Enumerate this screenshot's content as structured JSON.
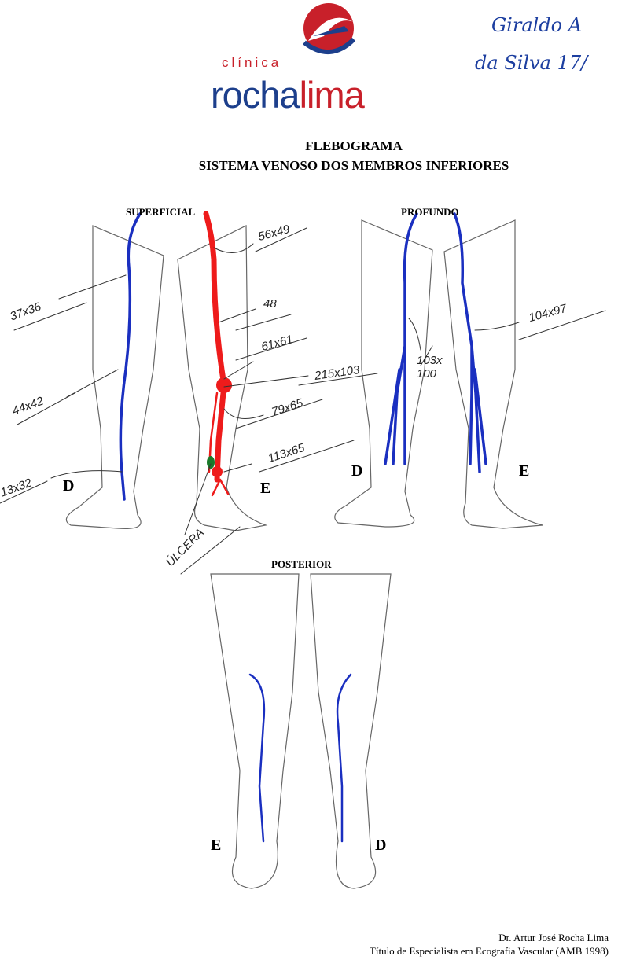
{
  "header": {
    "logo_small": "clínica",
    "logo_rocha": "rocha",
    "logo_lima": "lima",
    "handwritten_name_line1": "Giraldo A",
    "handwritten_name_line2": "da Silva 17/"
  },
  "title": {
    "line1": "FLEBOGRAMA",
    "line2": "SISTEMA VENOSO DOS MEMBROS INFERIORES"
  },
  "sections": {
    "superficial": "SUPERFICIAL",
    "profundo": "PROFUNDO",
    "posterior": "POSTERIOR"
  },
  "sides": {
    "sup_right": "D",
    "sup_left": "E",
    "prof_right": "D",
    "prof_left": "E",
    "post_left": "E",
    "post_right": "D"
  },
  "annotations": {
    "a1": "37x36",
    "a2": "44x42",
    "a3": "13x32",
    "a4": "56x49",
    "a5": "48",
    "a6": "61x61",
    "a7": "215x103",
    "a8": "79x65",
    "a9": "113x65",
    "a10": "ÚLCERA",
    "a11": "103x 100",
    "a12": "104x97"
  },
  "colors": {
    "superficial_normal": "#1a2fc0",
    "reflux": "#ee1b1b",
    "ulcer": "#1a7a2a"
  },
  "footer": {
    "line1": "Dr. Artur José Rocha Lima",
    "line2": "Título de Especialista em Ecografia Vascular (AMB 1998)"
  }
}
